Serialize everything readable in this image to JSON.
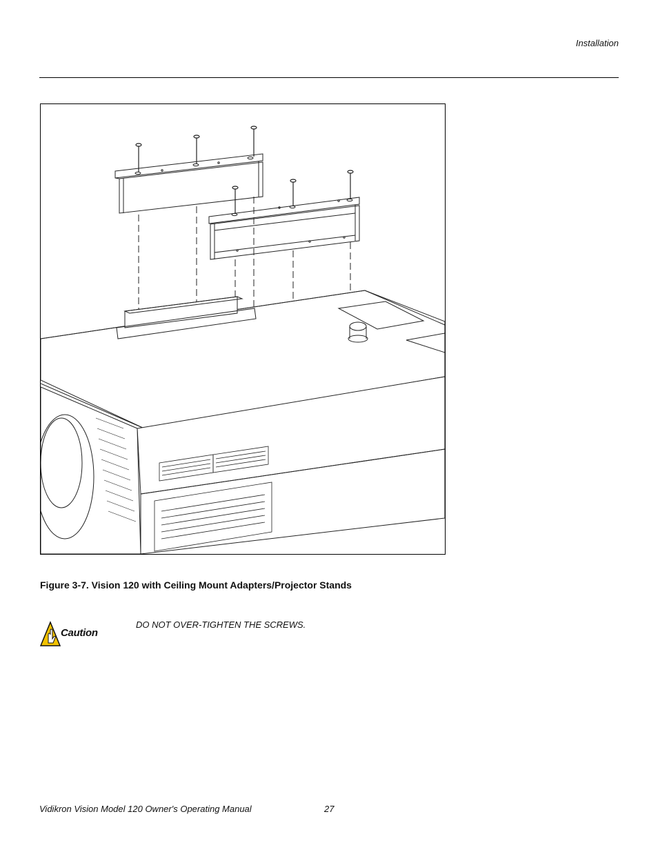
{
  "header": {
    "section": "Installation"
  },
  "figure": {
    "caption": "Figure 3-7. Vision 120 with Ceiling Mount Adapters/Projector Stands"
  },
  "caution": {
    "label": "Caution",
    "text": "DO NOT OVER-TIGHTEN THE SCREWS.",
    "icon": "caution-hand-icon",
    "icon_color": "#f2c200"
  },
  "footer": {
    "manual_title": "Vidikron Vision Model 120 Owner's Operating Manual",
    "page_number": "27"
  }
}
